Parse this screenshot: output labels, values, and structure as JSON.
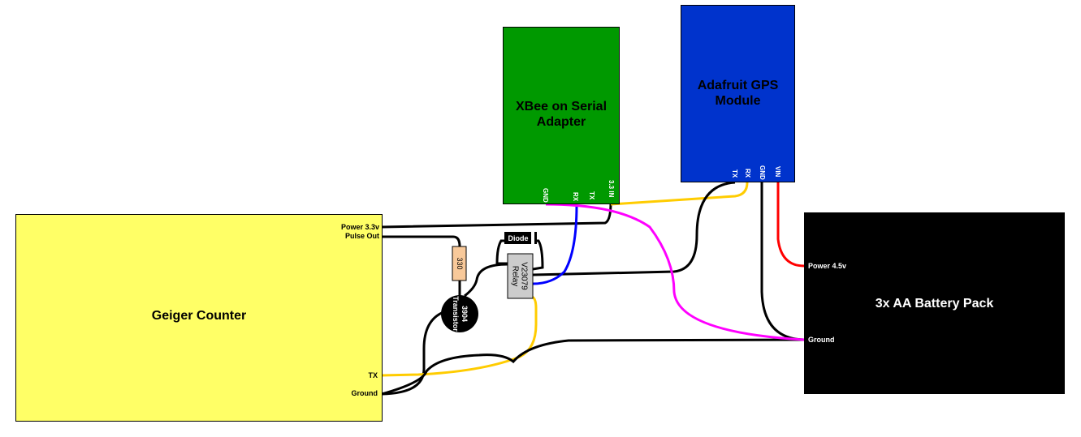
{
  "colors": {
    "geiger": "#ffff66",
    "xbee": "#009900",
    "gps": "#0033cc",
    "battery": "#000000",
    "resistor": "#f8c99a",
    "relay": "#cccccc",
    "wire_black": "#000000",
    "wire_yellow": "#ffcc00",
    "wire_magenta": "#ff00ff",
    "wire_blue": "#0000ff",
    "wire_red": "#ff0000"
  },
  "geiger": {
    "title": "Geiger Counter",
    "pins": {
      "power": "Power 3.3v",
      "pulse": "Pulse Out",
      "tx": "TX",
      "ground": "Ground"
    }
  },
  "xbee": {
    "title": "XBee on Serial Adapter",
    "pins": {
      "gnd": "GND",
      "rx": "RX",
      "tx": "TX",
      "in": "3.3 IN"
    }
  },
  "gps": {
    "title": "Adafruit GPS Module",
    "pins": {
      "tx": "TX",
      "rx": "RX",
      "gnd": "GND",
      "vin": "VIN"
    }
  },
  "battery": {
    "title": "3x AA Battery Pack",
    "pins": {
      "power": "Power 4.5v",
      "ground": "Ground"
    }
  },
  "components": {
    "resistor": "330",
    "transistor_line1": "3904",
    "transistor_line2": "Transistor",
    "diode": "Diode",
    "relay_line1": "V23079",
    "relay_line2": "Relay"
  }
}
